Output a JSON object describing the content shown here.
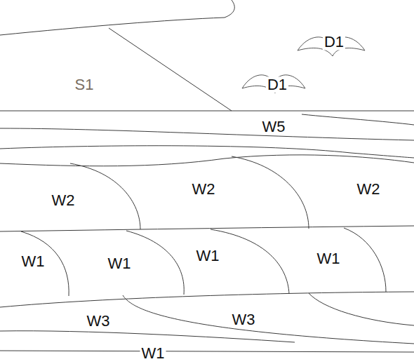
{
  "diagram": {
    "labels": [
      "D1",
      "S1",
      "D1",
      "W5",
      "W2",
      "W2",
      "W2",
      "W1",
      "W1",
      "W1",
      "W1",
      "W3",
      "W3",
      "W1"
    ]
  }
}
